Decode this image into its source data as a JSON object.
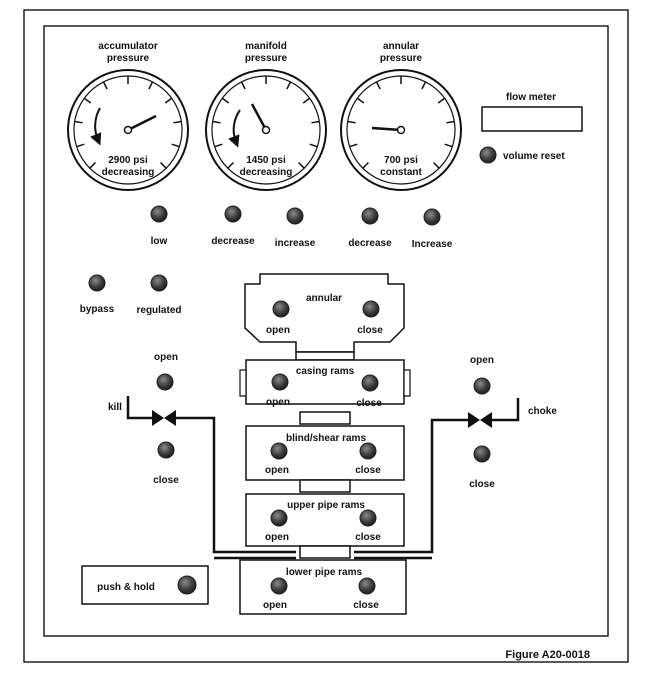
{
  "gauges": [
    {
      "title_line1": "accumulator",
      "title_line2": "pressure",
      "reading": "2900 psi",
      "trend": "decreasing"
    },
    {
      "title_line1": "manifold",
      "title_line2": "pressure",
      "reading": "1450 psi",
      "trend": "decreasing"
    },
    {
      "title_line1": "annular",
      "title_line2": "pressure",
      "reading": "700 psi",
      "trend": "constant"
    }
  ],
  "flow_meter": {
    "label": "flow meter",
    "value": ""
  },
  "volume_reset": {
    "label": "volume reset"
  },
  "pressure_buttons": {
    "low": "low",
    "manifold_decrease": "decrease",
    "manifold_increase": "increase",
    "annular_decrease": "decrease",
    "annular_increase": "Increase"
  },
  "mode_buttons": {
    "bypass": "bypass",
    "regulated": "regulated"
  },
  "stack": [
    {
      "name": "annular",
      "open": "open",
      "close": "close"
    },
    {
      "name": "casing rams",
      "open": "open",
      "close": "close"
    },
    {
      "name": "blind/shear rams",
      "open": "open",
      "close": "close"
    },
    {
      "name": "upper pipe rams",
      "open": "open",
      "close": "close"
    },
    {
      "name": "lower pipe rams",
      "open": "open",
      "close": "close"
    }
  ],
  "kill": {
    "label": "kill",
    "open": "open",
    "close": "close"
  },
  "choke": {
    "label": "choke",
    "open": "open",
    "close": "close"
  },
  "push_hold": {
    "label": "push & hold"
  },
  "figure_label": "Figure A20-0018"
}
